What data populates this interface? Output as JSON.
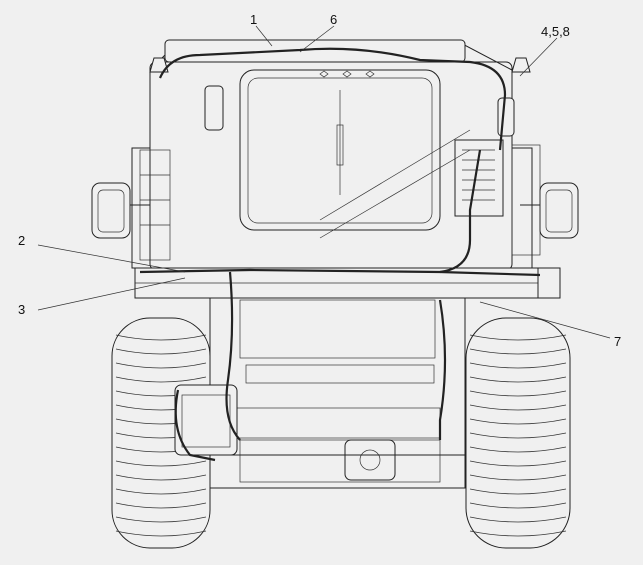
{
  "callouts": {
    "c1": "1",
    "c6": "6",
    "c458": "4,5,8",
    "c2": "2",
    "c3": "3",
    "c7": "7"
  },
  "colors": {
    "background": "#f0f0f0",
    "lines": "#222222"
  }
}
